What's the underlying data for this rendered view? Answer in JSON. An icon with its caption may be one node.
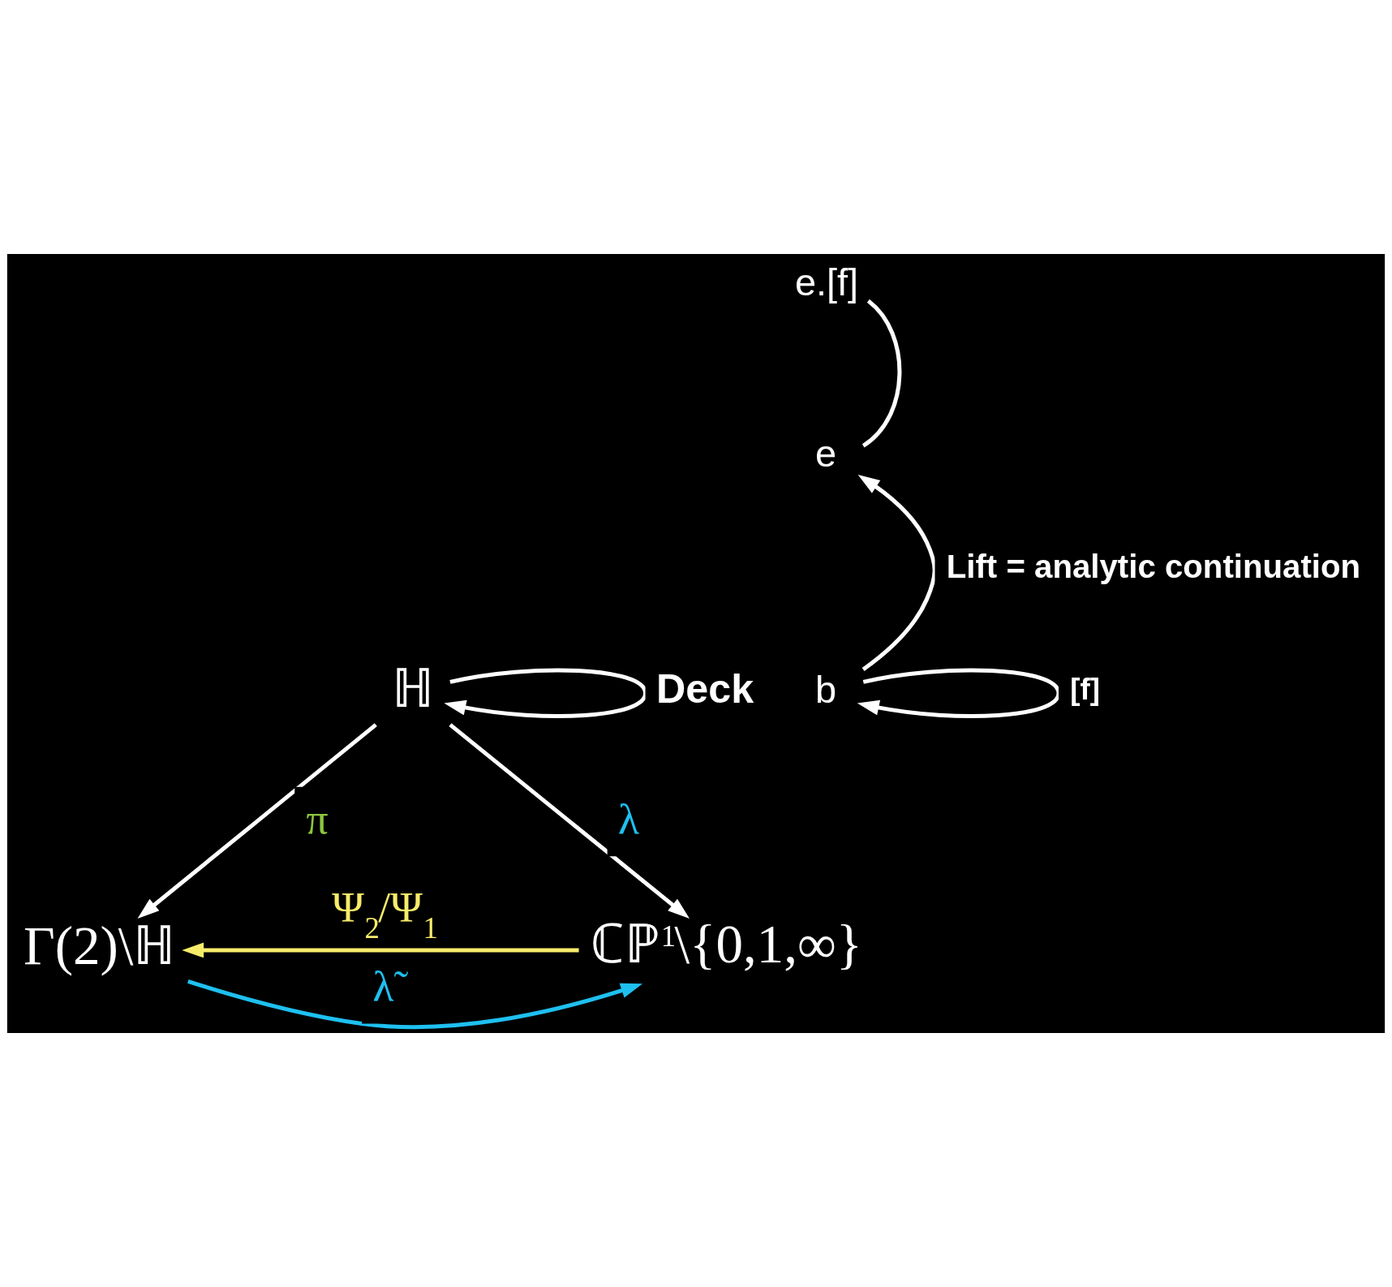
{
  "diagram": {
    "nodes": [
      {
        "text": [
          "ℍ"
        ]
      },
      {
        "text": [
          "Γ(2)\\ℍ"
        ]
      },
      {
        "text": [
          "ℂℙ$^{1}$\\{0,1,∞}"
        ]
      },
      {
        "text": [
          "e"
        ]
      },
      {
        "text": [
          "e.[f]"
        ]
      },
      {
        "text": [
          "b"
        ]
      }
    ],
    "edges": [
      {
        "from": 0,
        "to": 0,
        "arrow": "to",
        "label": "Deck"
      },
      {
        "from": 0,
        "to": 1,
        "arrow": "to",
        "label": "π"
      },
      {
        "from": 0,
        "to": 2,
        "arrow": "to",
        "label": "λ"
      },
      {
        "from": 1,
        "to": 2,
        "arrow": "to",
        "label": "λ̃",
        "color": "#1ec0f0"
      },
      {
        "from": 2,
        "to": 1,
        "arrow": "to",
        "label": "Ψ$_{2}$/Ψ$_{1}$",
        "color": "#f7ec6a"
      },
      {
        "from": 5,
        "to": 3,
        "arrow": "to",
        "label": "Lift = analytic continuation"
      },
      {
        "from": 3,
        "to": 4,
        "arrow": "none"
      },
      {
        "from": 5,
        "to": 5,
        "arrow": "to",
        "label": "[f]"
      }
    ]
  }
}
